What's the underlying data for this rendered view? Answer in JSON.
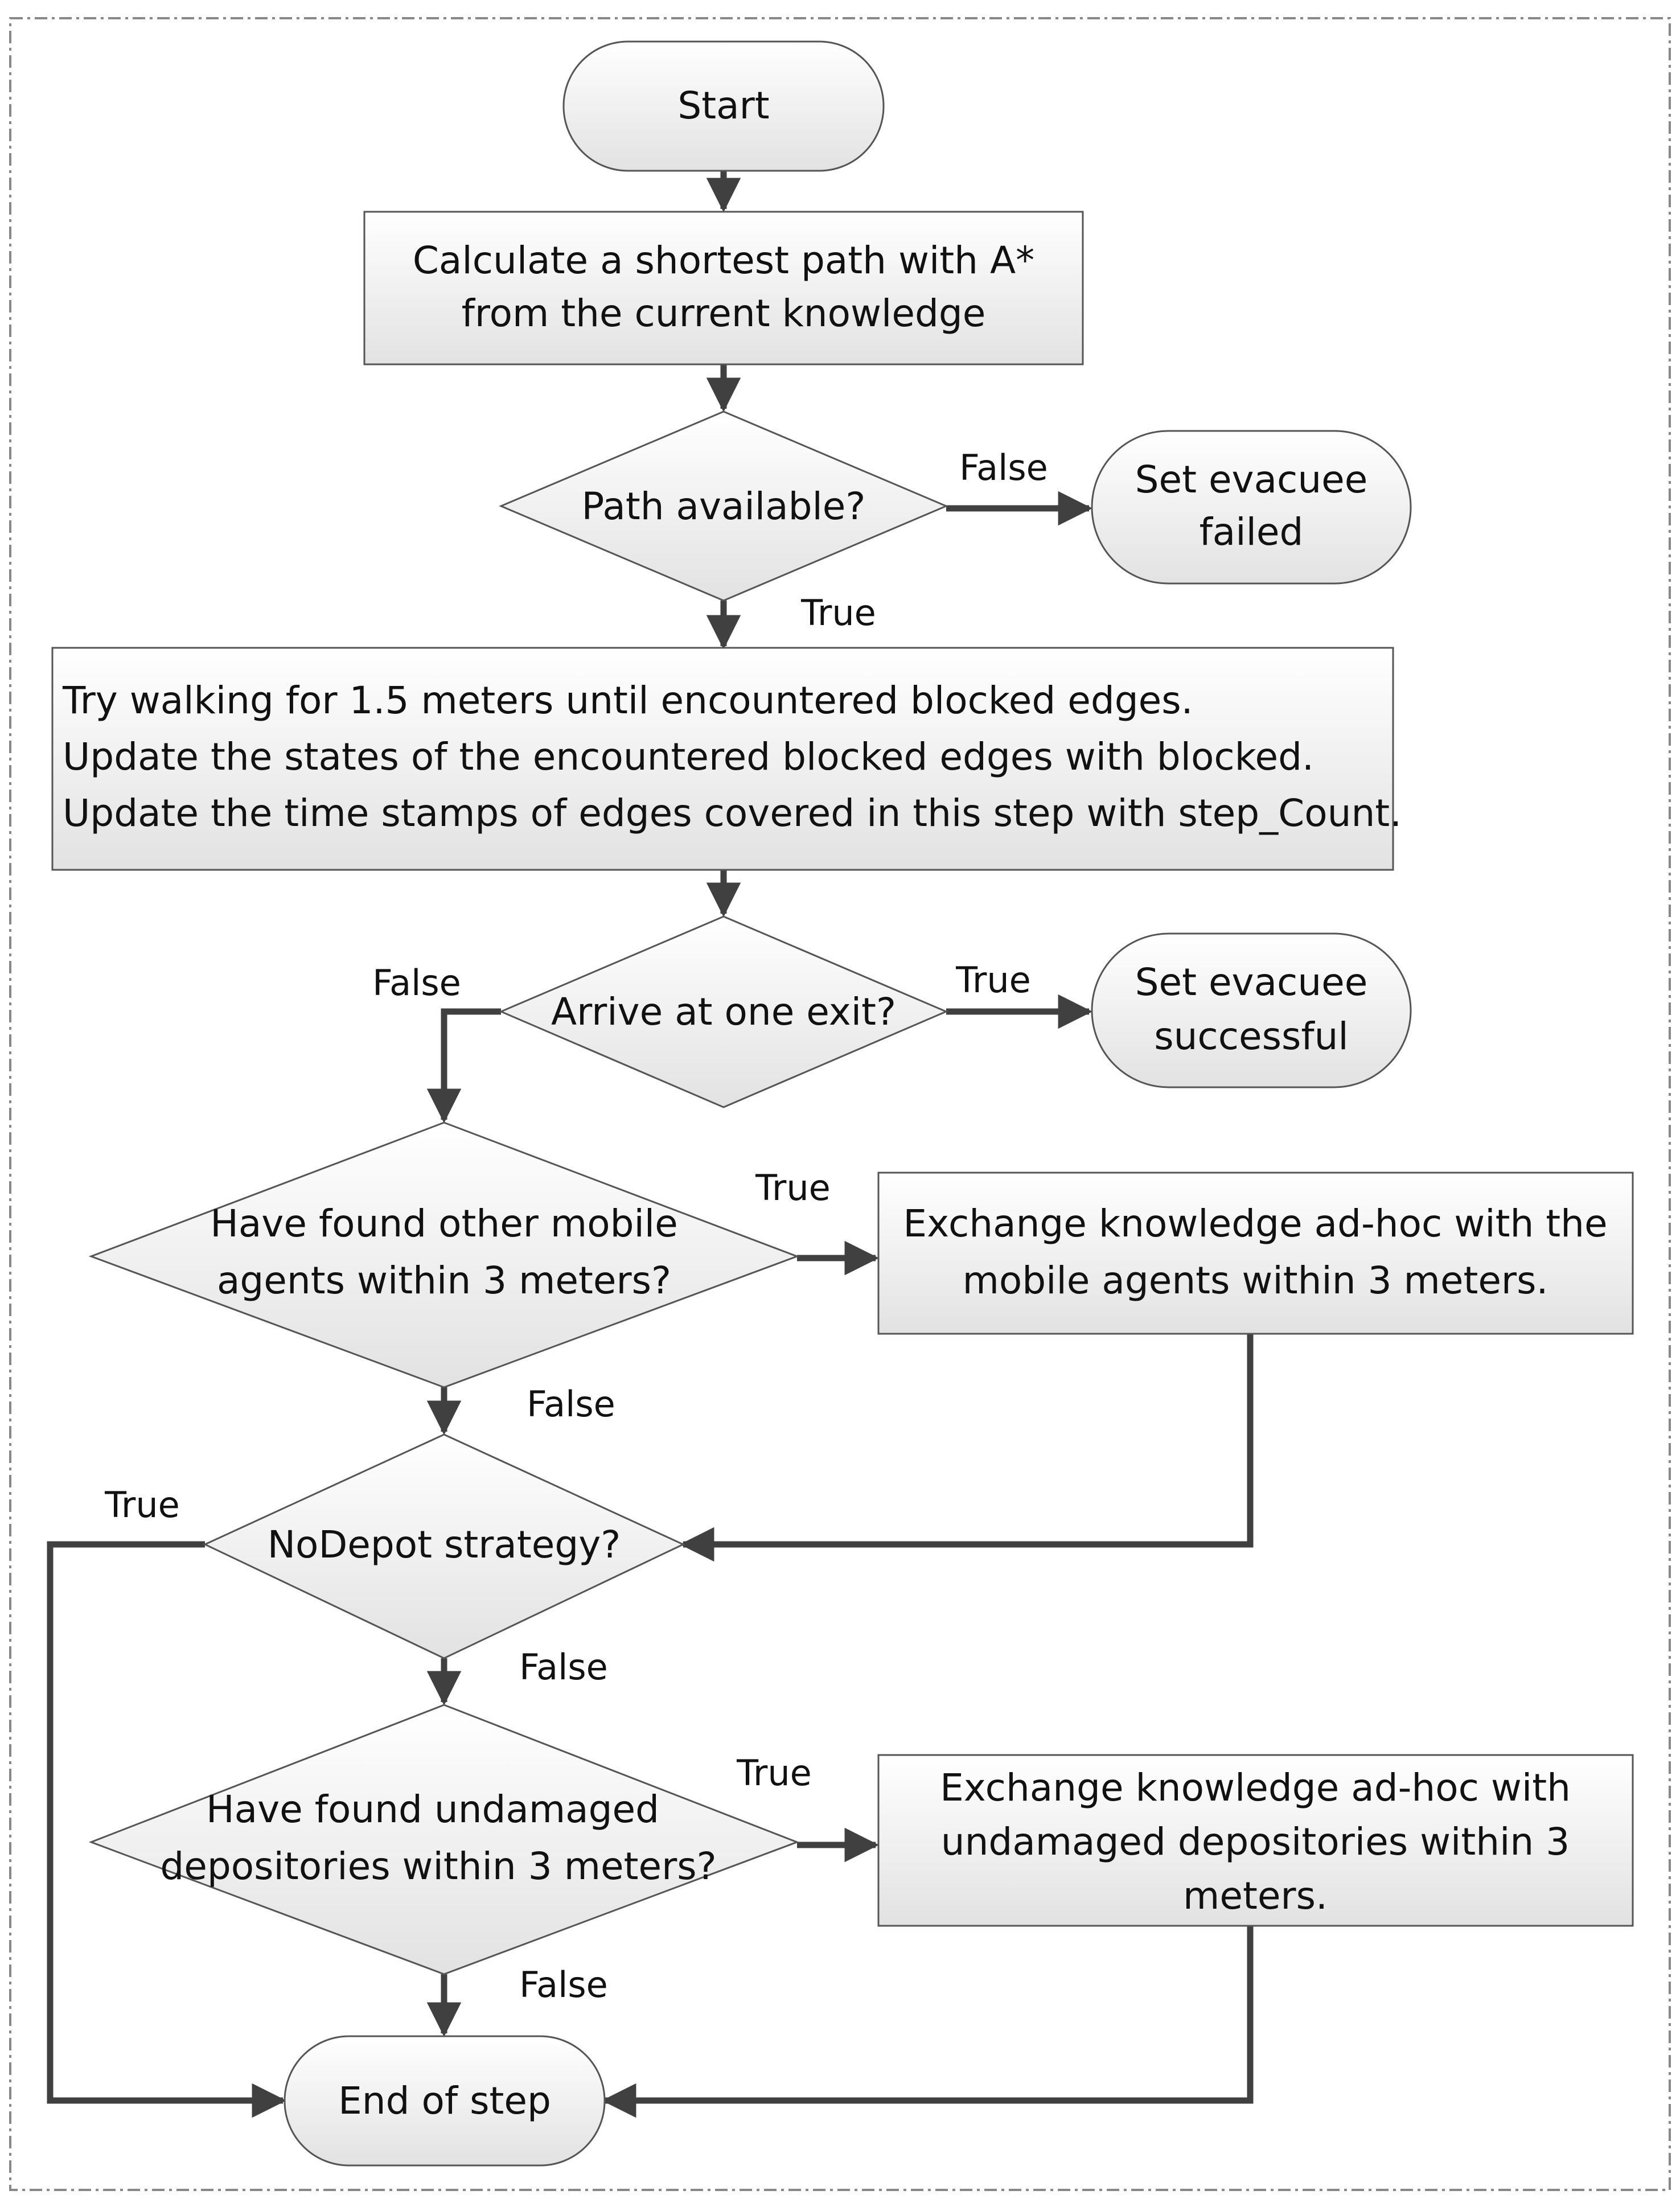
{
  "nodes": {
    "start": "Start",
    "calc": [
      "Calculate a shortest path with A*",
      "from the current knowledge"
    ],
    "path_available": "Path available?",
    "failed": [
      "Set evacuee",
      "failed"
    ],
    "walk": [
      "Try walking for 1.5 meters until encountered blocked edges.",
      "Update the states of the encountered blocked edges with blocked.",
      "Update the time stamps of edges covered in this step with step_Count."
    ],
    "arrive": "Arrive at one exit?",
    "successful": [
      "Set evacuee",
      "successful"
    ],
    "found_agents": [
      "Have found other mobile",
      "agents within 3 meters?"
    ],
    "exchange_agents": [
      "Exchange knowledge ad-hoc with the",
      "mobile agents within 3 meters."
    ],
    "nodepot": "NoDepot strategy?",
    "found_depos": [
      "Have found undamaged",
      "depositories within 3 meters?"
    ],
    "exchange_depos": [
      "Exchange knowledge ad-hoc with",
      "undamaged depositories within 3",
      "meters."
    ],
    "end": "End of step"
  },
  "edge_labels": {
    "path_false": "False",
    "path_true": "True",
    "arrive_false": "False",
    "arrive_true": "True",
    "agents_true": "True",
    "agents_false": "False",
    "nodepot_true": "True",
    "nodepot_false": "False",
    "depos_true": "True",
    "depos_false": "False"
  },
  "colors": {
    "shape_fill_top": "#ffffff",
    "shape_fill_bottom": "#e2e2e2",
    "shape_stroke": "#555555",
    "connector": "#404040",
    "frame": "#888888"
  }
}
